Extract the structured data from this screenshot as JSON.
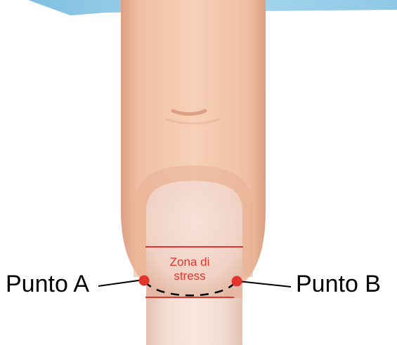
{
  "diagram": {
    "zone_label_line1": "Zona di",
    "zone_label_line2": "stress",
    "point_a_label": "Punto A",
    "point_b_label": "Punto B"
  },
  "colors": {
    "skin_light": "#f4cdb4",
    "skin_mid": "#eab293",
    "skin_dark": "#d9987a",
    "nail_bed": "#f2d6c9",
    "nail_free_edge": "#f7e4da",
    "marker_red": "#e2342c",
    "top_banner": "#8ec8e6"
  }
}
